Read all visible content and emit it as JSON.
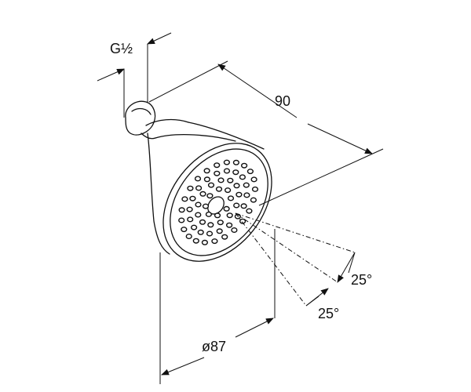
{
  "labels": {
    "thread": "G½",
    "length": "90",
    "diameter": "ø87",
    "angle_upper": "25°",
    "angle_lower": "25°"
  }
}
